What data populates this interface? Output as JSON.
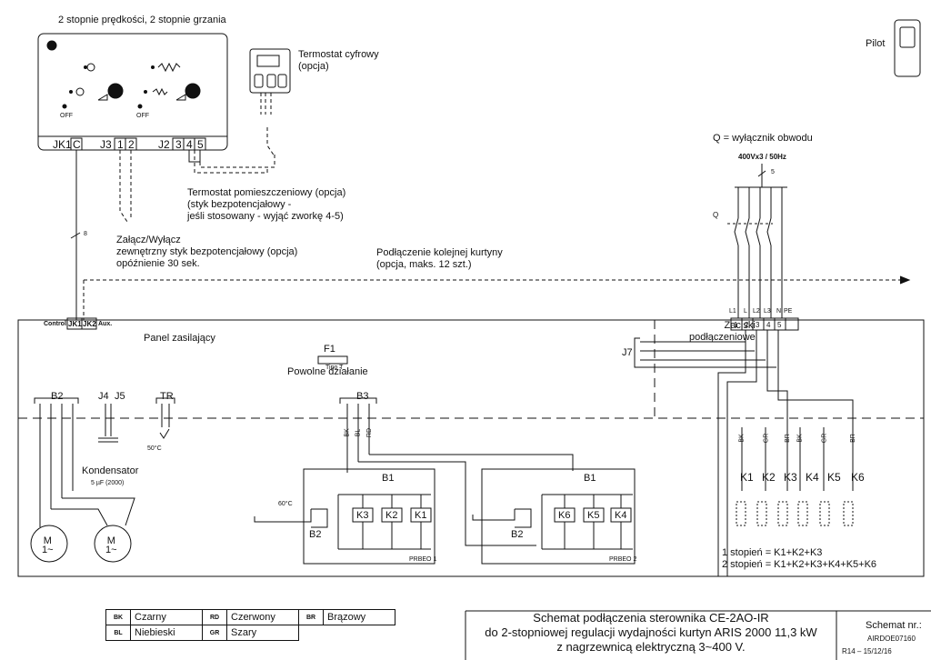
{
  "header": {
    "title": "2 stopnie prędkości, 2 stopnie grzania"
  },
  "controller": {
    "off_left": "OFF",
    "off_right": "OFF",
    "jk1": "JK1",
    "jk1_c": "C",
    "j3": "J3",
    "j3_pins": [
      "1",
      "2"
    ],
    "j2": "J2",
    "j2_pins": [
      "3",
      "4",
      "5"
    ]
  },
  "thermostat_digital": {
    "label": "Termostat cyfrowy\n(opcja)"
  },
  "pilot": {
    "label": "Pilot"
  },
  "breaker": {
    "label": "Q = wyłącznik obwodu",
    "supply": "400Vx3 / 50Hz",
    "wire_count": "5",
    "q": "Q"
  },
  "room_thermostat": {
    "label": "Termostat pomieszczeniowy (opcja)\n(styk bezpotencjałowy -\njeśli stosowany - wyjąć zworkę 4-5)"
  },
  "onoff": {
    "label": "Załącz/Wyłącz\nzewnętrzny styk bezpotencjałowy (opcja)\nopóźnienie 30 sek."
  },
  "next_curtain": {
    "label": "Podłączenie kolejnej kurtyny\n(opcja, maks. 12 szt.)"
  },
  "wire_8": "8",
  "panel": {
    "control": "Control",
    "jk1": "JK1",
    "jk2": "JK2",
    "aux": "Aux.",
    "label": "Panel zasilający",
    "f1": "F1",
    "tipo": "Tipo T",
    "slow": "Powolne działanie",
    "terminals_label": "Zaciski\npodłączeniowe",
    "terminal_top": [
      "L1",
      "L",
      "L2",
      "L3",
      "N",
      "PE"
    ],
    "terminal_nums": [
      "1",
      "2",
      "3",
      "4",
      "5"
    ],
    "j7": "J7",
    "b2": "B2",
    "j4": "J4",
    "j5": "J5",
    "tr": "TR",
    "tr_temp": "50°C",
    "condenser": "Kondensator",
    "condenser_val": "5 µF (2000)",
    "motor": "M\n1~",
    "b3": "B3",
    "b3_wires": [
      "BK",
      "BL",
      "RD"
    ],
    "prbeo1": {
      "b1": "B1",
      "b2": "B2",
      "temp": "60°C",
      "contacts": [
        "K3",
        "K2",
        "K1"
      ],
      "name": "PRBEO 1"
    },
    "prbeo2": {
      "b1": "B1",
      "b2": "B2",
      "contacts": [
        "K6",
        "K5",
        "K4"
      ],
      "name": "PRBEO 2"
    },
    "contactors": [
      "K1",
      "K2",
      "K3",
      "K4",
      "K5",
      "K6"
    ],
    "contactor_wires": [
      "BK",
      "GR",
      "BR",
      "BK",
      "GR",
      "BR"
    ],
    "stage1": "1 stopień = K1+K2+K3",
    "stage2": "2 stopień = K1+K2+K3+K4+K5+K6"
  },
  "legend": [
    {
      "code": "BK",
      "name": "Czarny"
    },
    {
      "code": "RD",
      "name": "Czerwony"
    },
    {
      "code": "BR",
      "name": "Brązowy"
    },
    {
      "code": "BL",
      "name": "Niebieski"
    },
    {
      "code": "GR",
      "name": "Szary"
    }
  ],
  "title_block": {
    "line1": "Schemat podłączenia sterownika CE-2AO-IR",
    "line2": "do 2-stopniowej regulacji wydajności kurtyn ARIS 2000 11,3 kW",
    "line3": "z nagrzewnicą elektryczną 3~400 V.",
    "scheme_label": "Schemat nr.:",
    "scheme_no": "AIRDOE07160",
    "revision": "R14  –  15/12/16"
  }
}
